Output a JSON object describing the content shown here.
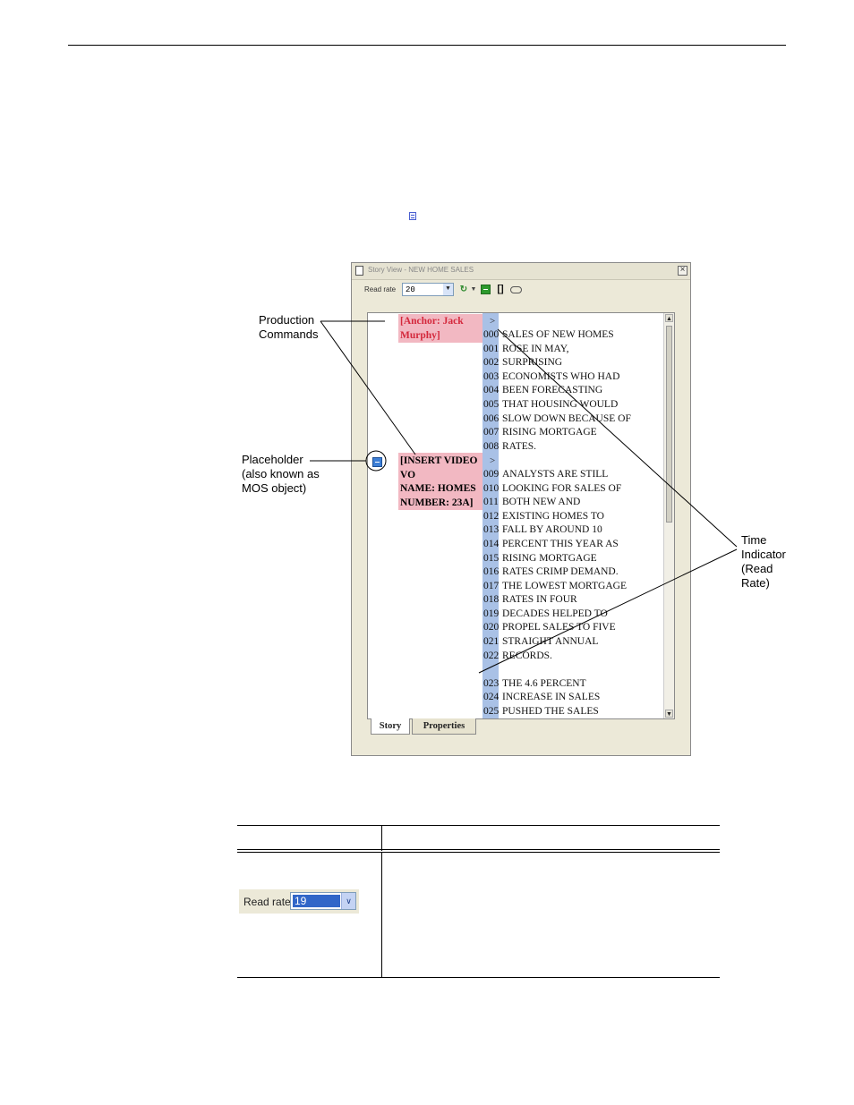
{
  "story_view": {
    "title": "Story View - NEW HOME SALES",
    "close_label": "×",
    "read_rate_label": "Read rate",
    "read_rate_value": "20",
    "production_commands": [
      {
        "lines": [
          "[Anchor: Jack",
          "Murphy]"
        ],
        "marker": ">"
      },
      {
        "lines": [
          "[INSERT VIDEO",
          "VO",
          "NAME: HOMES",
          "NUMBER: 23A]"
        ],
        "marker": ">"
      }
    ],
    "script_lines": [
      {
        "num": "000",
        "text": "SALES OF NEW HOMES"
      },
      {
        "num": "001",
        "text": "ROSE IN MAY,"
      },
      {
        "num": "002",
        "text": "SURPRISING"
      },
      {
        "num": "003",
        "text": "ECONOMISTS WHO HAD"
      },
      {
        "num": "004",
        "text": "BEEN FORECASTING"
      },
      {
        "num": "005",
        "text": "THAT HOUSING WOULD"
      },
      {
        "num": "006",
        "text": "SLOW DOWN BECAUSE OF"
      },
      {
        "num": "007",
        "text": "RISING MORTGAGE"
      },
      {
        "num": "008",
        "text": "RATES."
      },
      {
        "num": "",
        "text": ""
      },
      {
        "num": "009",
        "text": "ANALYSTS ARE STILL"
      },
      {
        "num": "010",
        "text": "LOOKING FOR SALES OF"
      },
      {
        "num": "011",
        "text": "BOTH NEW AND"
      },
      {
        "num": "012",
        "text": "EXISTING HOMES TO"
      },
      {
        "num": "013",
        "text": "FALL BY AROUND 10"
      },
      {
        "num": "014",
        "text": "PERCENT THIS YEAR AS"
      },
      {
        "num": "015",
        "text": "RISING MORTGAGE"
      },
      {
        "num": "016",
        "text": "RATES CRIMP DEMAND."
      },
      {
        "num": "017",
        "text": "THE LOWEST MORTGAGE"
      },
      {
        "num": "018",
        "text": "RATES IN FOUR"
      },
      {
        "num": "019",
        "text": "DECADES HELPED TO"
      },
      {
        "num": "020",
        "text": "PROPEL SALES TO FIVE"
      },
      {
        "num": "021",
        "text": "STRAIGHT ANNUAL"
      },
      {
        "num": "022",
        "text": "RECORDS."
      },
      {
        "num": "",
        "text": ""
      },
      {
        "num": "023",
        "text": "THE 4.6 PERCENT"
      },
      {
        "num": "024",
        "text": "INCREASE IN SALES"
      },
      {
        "num": "025",
        "text": "PUSHED THE SALES"
      }
    ],
    "tabs": [
      "Story",
      "Properties"
    ]
  },
  "callouts": {
    "production_commands": [
      "Production",
      "Commands"
    ],
    "placeholder": [
      "Placeholder",
      "(also known as",
      "MOS object)"
    ],
    "time_indicator": [
      "Time",
      "Indicator",
      "(Read",
      "Rate)"
    ]
  },
  "table": {
    "read_rate_label": "Read rate",
    "read_rate_value": "19"
  },
  "icons": {
    "inline_icon": "story-view-icon",
    "refresh": "refresh-icon",
    "placeholder": "placeholder-icon",
    "brackets": "brackets-icon",
    "mos": "mos-icon"
  }
}
